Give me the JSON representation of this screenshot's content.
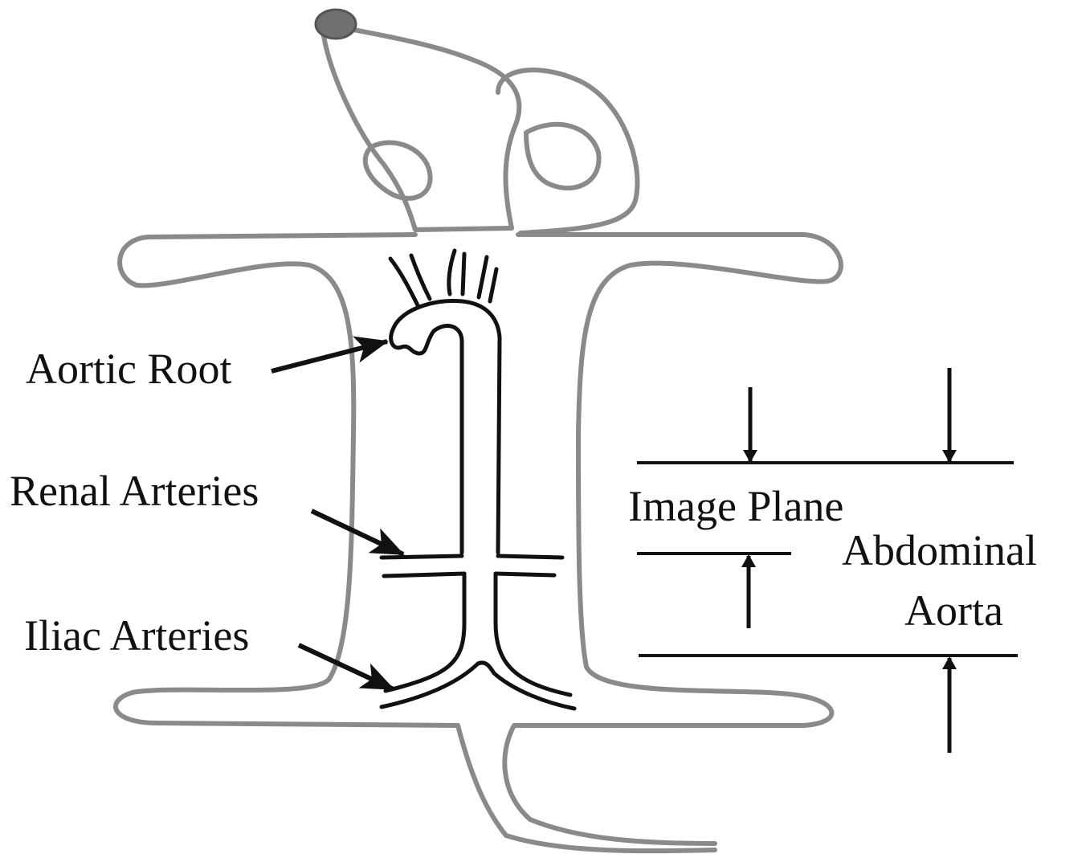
{
  "labels": {
    "aortic_root": "Aortic Root",
    "renal_arteries": "Renal Arteries",
    "iliac_arteries": "Iliac Arteries",
    "image_plane": "Image Plane",
    "abdominal_line1": "Abdominal",
    "abdominal_line2": "Aorta"
  },
  "colors": {
    "mouse_outline": "#8a8a8a",
    "mouse_nose": "#707070",
    "vessel": "#111111",
    "arrow": "#111111",
    "background": "#ffffff"
  }
}
